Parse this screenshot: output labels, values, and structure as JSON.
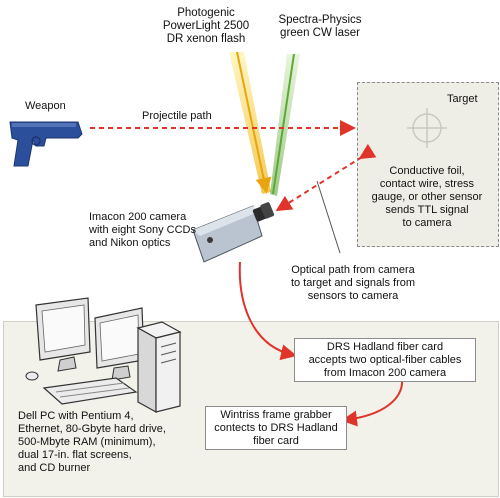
{
  "labels": {
    "flash": "Photogenic\nPowerLight 2500\nDR xenon flash",
    "laser": "Spectra-Physics\ngreen CW laser",
    "weapon": "Weapon",
    "projectile_path": "Projectile path",
    "target": "Target",
    "sensor": "Conductive foil,\ncontact wire, stress\ngauge, or other sensor\nsends TTL signal\nto camera",
    "camera": "Imacon 200 camera\nwith eight Sony CCDs\nand Nikon optics",
    "optical_path": "Optical path from camera\nto target and signals from\nsensors to camera",
    "fiber_card": "DRS Hadland fiber card\naccepts two optical-fiber cables\nfrom Imacon 200 camera",
    "frame_grabber": "Wintriss frame grabber\ncontects to DRS Hadland\nfiber card",
    "pc": "Dell PC with Pentium 4,\nEthernet, 80-Gbyte hard drive,\n500-Mbyte RAM (minimum),\ndual 17-in. flat screens,\nand CD burner"
  },
  "icons": [
    "gun-icon",
    "flash-icon",
    "laser-icon",
    "camera-icon",
    "crosshair-icon",
    "monitor-icon",
    "computer-tower-icon",
    "keyboard-icon",
    "mouse-icon"
  ],
  "colors": {
    "signal_red": "#e0342a",
    "flash_yellow": "#f3c21a",
    "laser_green": "#6db33f",
    "gun_blue": "#2c4f9c",
    "panel_gray": "#f2f1ea",
    "target_bg": "#efeee6"
  }
}
